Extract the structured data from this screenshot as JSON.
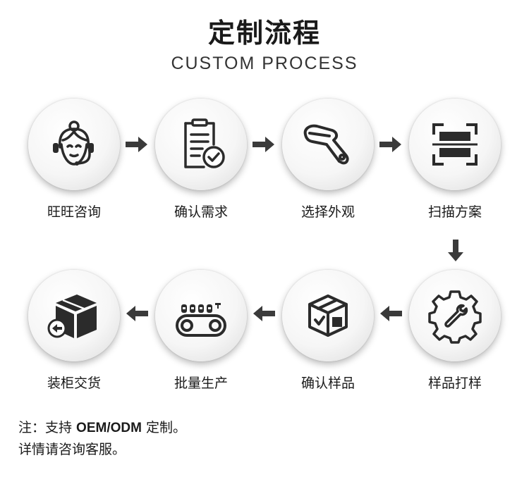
{
  "header": {
    "title": "定制流程",
    "subtitle": "CUSTOM PROCESS"
  },
  "steps": [
    {
      "label": "旺旺咨询",
      "icon": "customer-service-icon"
    },
    {
      "label": "确认需求",
      "icon": "clipboard-check-icon"
    },
    {
      "label": "选择外观",
      "icon": "barcode-scanner-icon"
    },
    {
      "label": "扫描方案",
      "icon": "scan-frame-icon"
    },
    {
      "label": "样品打样",
      "icon": "gear-wrench-icon"
    },
    {
      "label": "确认样品",
      "icon": "package-check-icon"
    },
    {
      "label": "批量生产",
      "icon": "conveyor-belt-icon"
    },
    {
      "label": "装柜交货",
      "icon": "box-delivery-icon"
    }
  ],
  "note": {
    "line1_prefix": "注：支持 ",
    "line1_brand": "OEM/ODM",
    "line1_suffix": " 定制。",
    "line2": "详情请咨询客服。"
  },
  "colors": {
    "icon": "#2b2b2b",
    "arrow": "#3a3a3a"
  }
}
